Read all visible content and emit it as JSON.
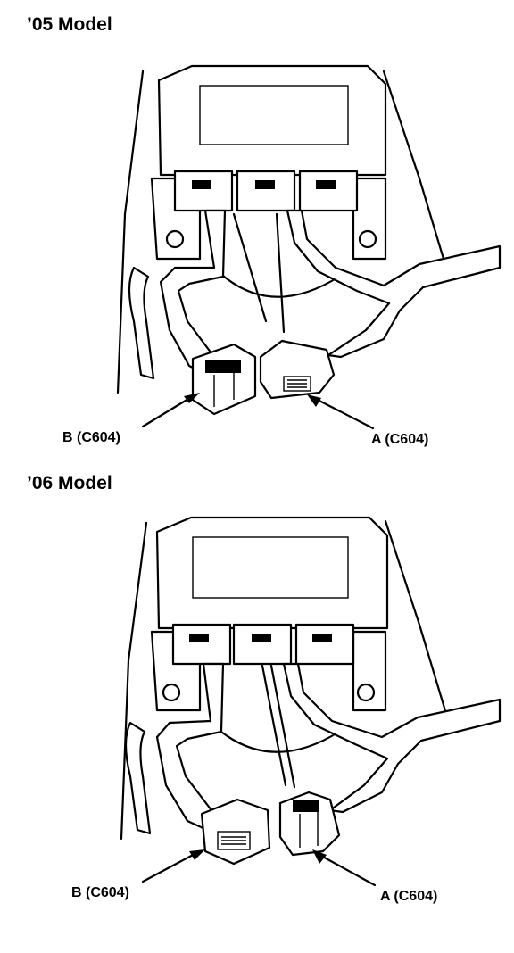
{
  "diagrams": [
    {
      "title": "’05 Model",
      "label_b": "B (C604)",
      "label_a": "A (C604)"
    },
    {
      "title": "’06 Model",
      "label_b": "B (C604)",
      "label_a": "A (C604)"
    }
  ]
}
